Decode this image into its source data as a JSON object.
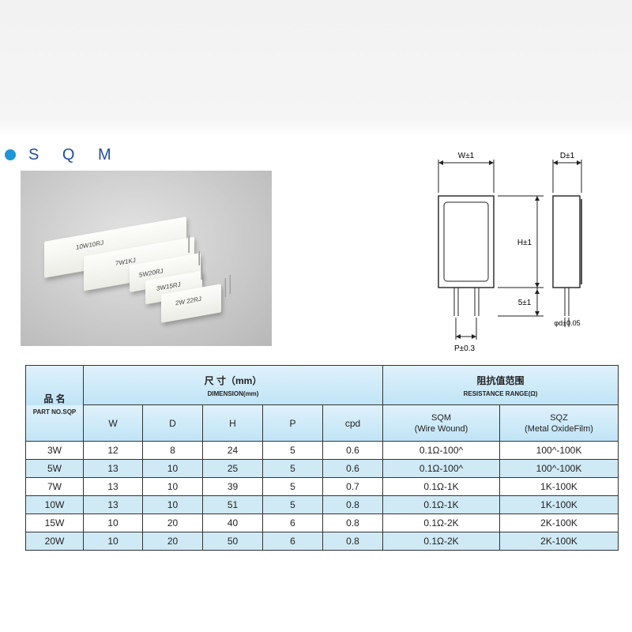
{
  "heading": {
    "title": "S Q M",
    "bullet_color": "#1e96d8",
    "title_color": "#1f4e9a"
  },
  "photo": {
    "resistors": [
      {
        "label": "10W10RJ"
      },
      {
        "label": "7W1KJ"
      },
      {
        "label": "5W20RJ"
      },
      {
        "label": "3W15RJ"
      },
      {
        "label": "2W 22RJ"
      }
    ]
  },
  "diagram": {
    "w": "W±1",
    "d": "D±1",
    "h": "H±1",
    "s": "5±1",
    "p": "P±0.3",
    "phid": "φd±0.05"
  },
  "table": {
    "part_label_cn": "品 名",
    "part_label_en": "PART NO.SQP",
    "dimension_cn": "尺 寸（mm）",
    "dimension_en": "DIMENSION(mm)",
    "resistance_cn": "阻抗值范围",
    "resistance_en": "RESISTANCE RANGE(Ω)",
    "columns": [
      "W",
      "D",
      "H",
      "P",
      "cpd"
    ],
    "sqm_title": "SQM",
    "sqm_sub": "(Wire Wound)",
    "sqz_title": "SQZ",
    "sqz_sub": "(Metal OxideFilm)",
    "rows": [
      [
        "3W",
        "12",
        "8",
        "24",
        "5",
        "0.6",
        "0.1Ω-100^",
        "100^-100K"
      ],
      [
        "5W",
        "13",
        "10",
        "25",
        "5",
        "0.6",
        "0.1Ω-100^",
        "100^-100K"
      ],
      [
        "7W",
        "13",
        "10",
        "39",
        "5",
        "0.7",
        "0.1Ω-1K",
        "1K-100K"
      ],
      [
        "10W",
        "13",
        "10",
        "51",
        "5",
        "0.8",
        "0.1Ω-1K",
        "1K-100K"
      ],
      [
        "15W",
        "10",
        "20",
        "40",
        "6",
        "0.8",
        "0.1Ω-2K",
        "2K-100K"
      ],
      [
        "20W",
        "10",
        "20",
        "50",
        "6",
        "0.8",
        "0.1Ω-2K",
        "2K-100K"
      ]
    ]
  }
}
